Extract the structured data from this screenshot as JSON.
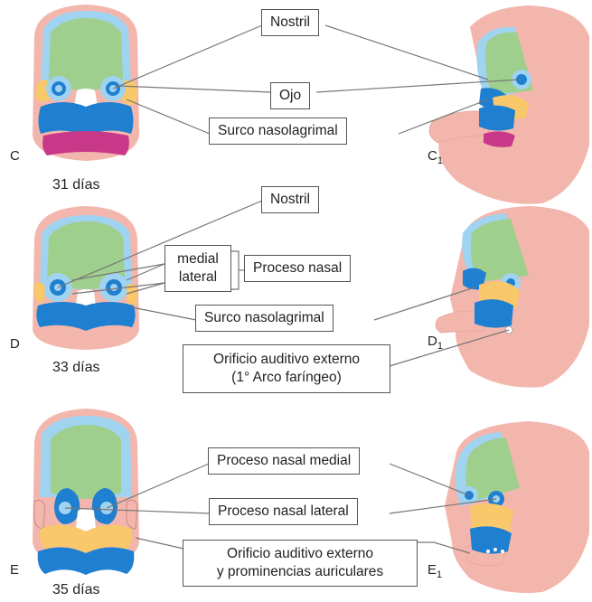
{
  "labels": {
    "nostril_1": "Nostril",
    "ojo": "Ojo",
    "surco_1": "Surco nasolagrimal",
    "nostril_2": "Nostril",
    "medial": "medial",
    "lateral": "lateral",
    "proceso_nasal": "Proceso nasal",
    "surco_2": "Surco nasolagrimal",
    "orificio_line1": "Orificio auditivo externo",
    "orificio_line2": "(1° Arco faríngeo)",
    "proc_medial": "Proceso nasal medial",
    "proc_lateral": "Proceso nasal lateral",
    "orif_prom_line1": "Orificio auditivo externo",
    "orif_prom_line2": "y prominencias auriculares"
  },
  "stages": {
    "c": {
      "letter": "C",
      "letter_side": "C",
      "sub": "1",
      "days": "31 días"
    },
    "d": {
      "letter": "D",
      "letter_side": "D",
      "sub": "1",
      "days": "33 días"
    },
    "e": {
      "letter": "E",
      "letter_side": "E",
      "sub": "1",
      "days": "35 días"
    }
  },
  "colors": {
    "skin": "#f3b6ad",
    "frontal": "#9fcf8c",
    "light_blue": "#9fd3f0",
    "blue": "#1f7fd0",
    "yellow": "#f8c86a",
    "magenta": "#c83888",
    "line": "#777777"
  }
}
